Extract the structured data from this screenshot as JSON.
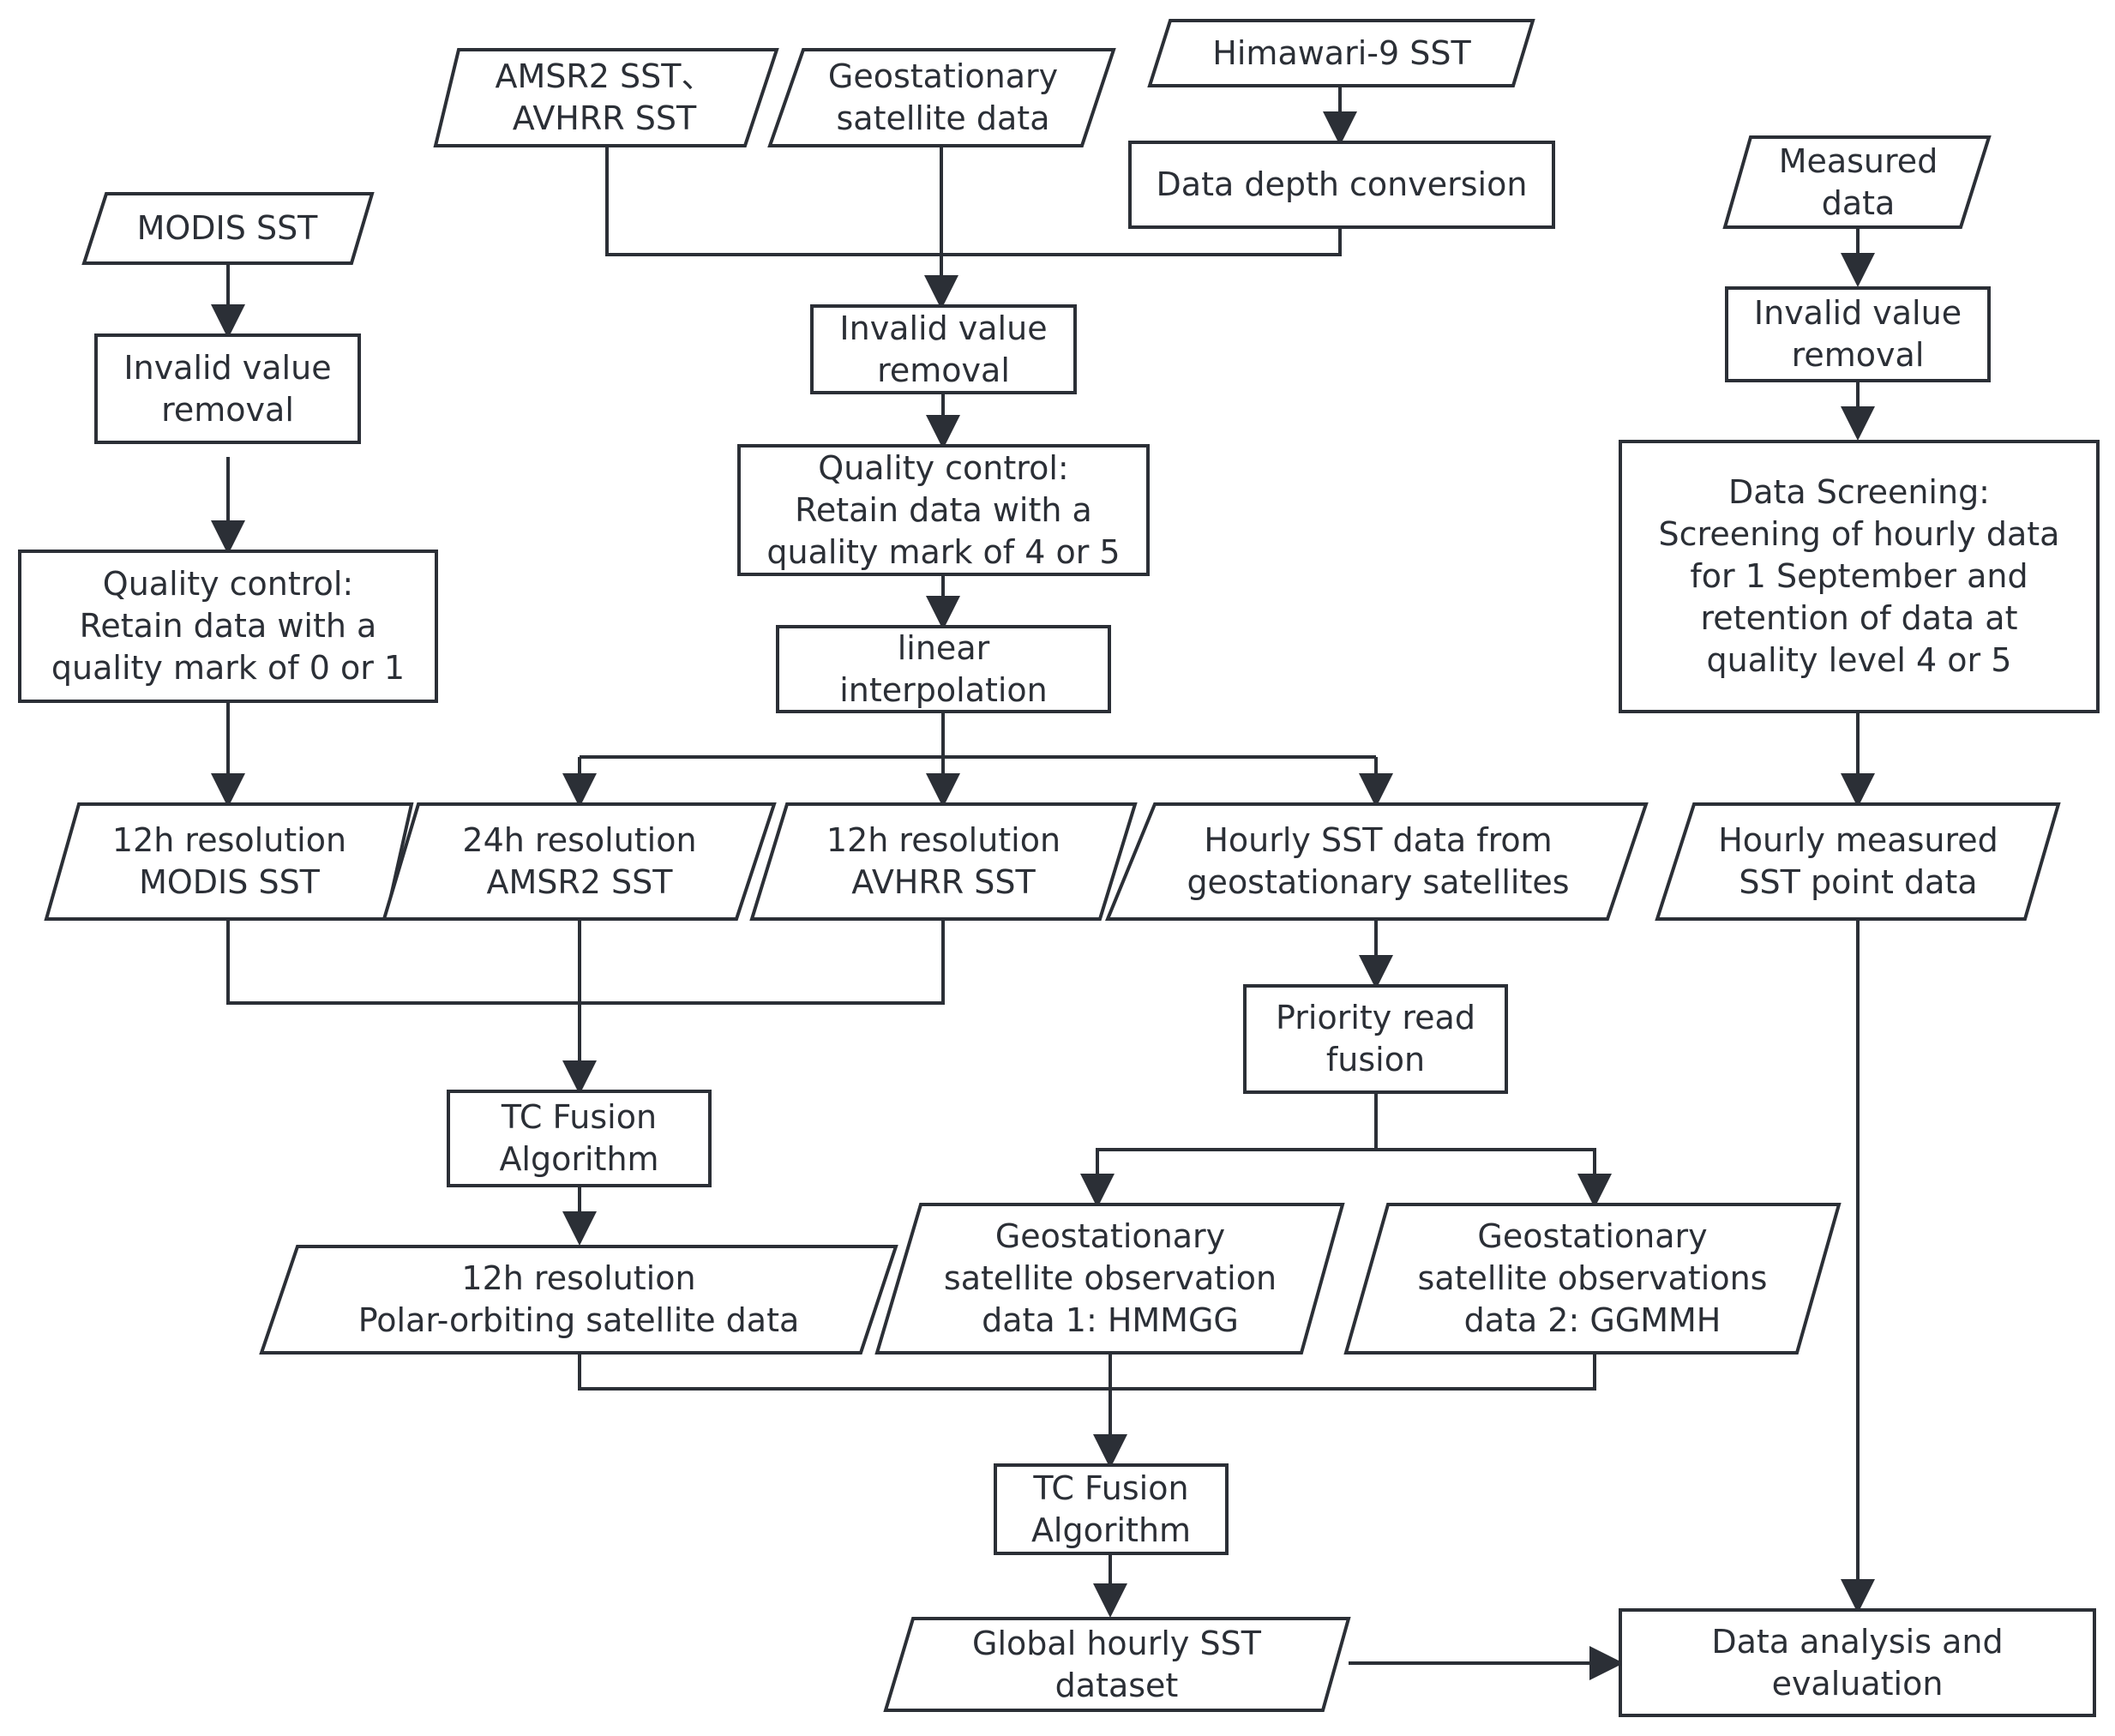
{
  "nodes": {
    "amsr2_avhrr_sst": "AMSR2 SST、\nAVHRR SST",
    "geostationary_data": "Geostationary\nsatellite data",
    "himawari_sst": "Himawari-9 SST",
    "depth_conversion": "Data depth conversion",
    "measured_data": "Measured\ndata",
    "modis_sst": "MODIS SST",
    "invalid_removal_left": "Invalid value\nremoval",
    "invalid_removal_center": "Invalid value\nremoval",
    "invalid_removal_right": "Invalid value\nremoval",
    "qc_center": "Quality control:\nRetain data with a\nquality mark of 4 or 5",
    "qc_left": "Quality control:\nRetain data with a\nquality mark of 0 or 1",
    "data_screening": "Data Screening:\nScreening of hourly data\nfor 1 September and\nretention of data at\nquality level 4 or 5",
    "linear_interpolation": "linear\ninterpolation",
    "modis_12h": "12h resolution\nMODIS SST",
    "amsr2_24h": "24h resolution\nAMSR2 SST",
    "avhrr_12h": "12h resolution\nAVHRR SST",
    "hourly_geo_sst": "Hourly SST data from\ngeostationary satellites",
    "hourly_measured": "Hourly measured\nSST point data",
    "priority_fusion": "Priority read\nfusion",
    "tc_fusion_1": "TC Fusion\nAlgorithm",
    "polar_12h": "12h resolution\nPolar-orbiting satellite data",
    "geo_obs_1": "Geostationary\nsatellite observation\ndata 1: HMMGG",
    "geo_obs_2": "Geostationary\nsatellite observations\ndata 2: GGMMH",
    "tc_fusion_2": "TC Fusion\nAlgorithm",
    "global_hourly": "Global hourly SST\ndataset",
    "analysis": "Data analysis and\nevaluation"
  }
}
